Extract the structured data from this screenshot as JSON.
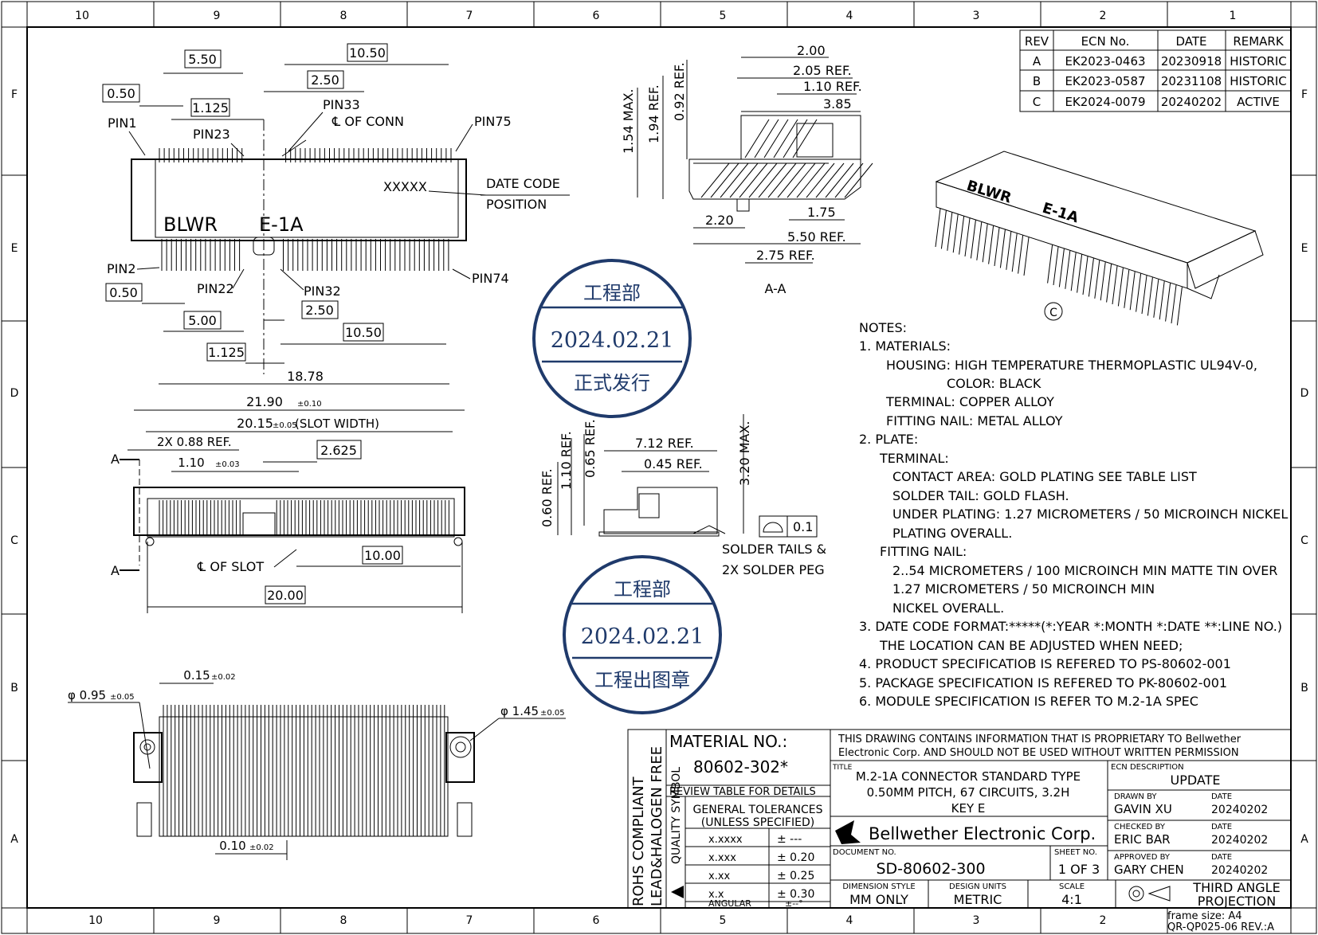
{
  "frame": {
    "columns_top": [
      "10",
      "9",
      "8",
      "7",
      "6",
      "5",
      "4",
      "3",
      "2",
      "1"
    ],
    "columns_bottom": [
      "10",
      "9",
      "8",
      "7",
      "6",
      "5",
      "4",
      "3",
      "2",
      "1"
    ],
    "rows": [
      "F",
      "E",
      "D",
      "C",
      "B",
      "A"
    ],
    "frame_size": "frame size: A4",
    "form_no": "QR-QP025-06 REV.:A"
  },
  "revision_table": {
    "headers": [
      "REV",
      "ECN No.",
      "DATE",
      "REMARK"
    ],
    "rows": [
      [
        "A",
        "EK2023-0463",
        "20230918",
        "HISTORIC"
      ],
      [
        "B",
        "EK2023-0587",
        "20231108",
        "HISTORIC"
      ],
      [
        "C",
        "EK2024-0079",
        "20240202",
        "ACTIVE"
      ]
    ]
  },
  "top_view": {
    "dims": [
      "5.50",
      "10.50",
      "0.50",
      "2.50",
      "1.125",
      "5.00",
      "2.50",
      "10.50",
      "1.125",
      "18.78",
      "0.50"
    ],
    "pins": [
      "PIN1",
      "PIN23",
      "PIN33",
      "PIN75",
      "PIN2",
      "PIN22",
      "PIN32",
      "PIN74"
    ],
    "cl_conn": "℄ OF CONN",
    "date_code_mark": "XXXXX",
    "date_code_label": "DATE CODE",
    "date_code_label2": "POSITION",
    "body_text": "BLWR",
    "body_text2": "E-1A"
  },
  "section_view": {
    "dims": [
      "2.00",
      "2.05 REF.",
      "1.10 REF.",
      "3.85",
      "1.54 MAX.",
      "1.94 REF.",
      "0.92 REF.",
      "1.75",
      "2.20",
      "5.50 REF.",
      "2.75 REF."
    ],
    "label": "A-A"
  },
  "front_view": {
    "dims": [
      "21.90",
      "±0.10",
      "20.15",
      "±0.05",
      "(SLOT WIDTH)",
      "2X 0.88 REF.",
      "1.10",
      "±0.03",
      "2.625",
      "10.00",
      "20.00"
    ],
    "section_marks": [
      "A",
      "A"
    ],
    "cl_slot": "℄ OF SLOT"
  },
  "side_view": {
    "dims": [
      "7.12 REF.",
      "0.45 REF.",
      "3.20 MAX.",
      "0.65 REF.",
      "1.10 REF.",
      "0.60 REF.",
      "0.1"
    ],
    "note1": "SOLDER TAILS &",
    "note2": "2X SOLDER PEG"
  },
  "bottom_view": {
    "dims": [
      "0.15",
      "±0.02",
      "φ 0.95",
      "±0.05",
      "φ 1.45",
      "±0.05",
      "0.10",
      "±0.02"
    ]
  },
  "iso_view": {
    "body_text": "BLWR",
    "body_text2": "E-1A",
    "label": "C"
  },
  "stamps": [
    {
      "top": "工程部",
      "date": "2024.02.21",
      "bottom": "正式发行"
    },
    {
      "top": "工程部",
      "date": "2024.02.21",
      "bottom": "工程出图章"
    }
  ],
  "notes": {
    "title": "NOTES:",
    "lines": [
      "1. MATERIALS:",
      "HOUSING: HIGH TEMPERATURE THERMOPLASTIC UL94V-0,",
      "COLOR: BLACK",
      "TERMINAL: COPPER ALLOY",
      "FITTING NAIL: METAL ALLOY",
      "2. PLATE:",
      "TERMINAL:",
      "CONTACT AREA: GOLD PLATING SEE TABLE LIST",
      "SOLDER TAIL: GOLD FLASH.",
      "UNDER PLATING: 1.27 MICROMETERS / 50 MICROINCH NICKEL",
      "PLATING OVERALL.",
      "FITTING NAIL:",
      "2..54 MICROMETERS / 100 MICROINCH MIN MATTE TIN OVER",
      "1.27 MICROMETERS / 50 MICROINCH MIN",
      "NICKEL OVERALL.",
      "3. DATE CODE FORMAT:*****(*:YEAR *:MONTH *:DATE **:LINE NO.)",
      "THE LOCATION CAN BE ADJUSTED WHEN NEED;",
      "4. PRODUCT SPECIFICATIOB IS REFERED TO PS-80602-001",
      "5. PACKAGE SPECIFICATION IS REFERED TO PK-80602-001",
      "6. MODULE SPECIFICATION IS REFER TO M.2-1A SPEC"
    ]
  },
  "title_block": {
    "rohs1": "ROHS COMPLIANT",
    "rohs2": "LEAD&HALOGEN FREE",
    "quality": "QUALITY SYMBOL",
    "material_label": "MATERIAL NO.:",
    "material_no": "80602-302*",
    "review": "REVIEW TABLE FOR DETAILS",
    "tol_title1": "GENERAL TOLERANCES",
    "tol_title2": "(UNLESS SPECIFIED)",
    "tolerances": [
      [
        "x.xxxx",
        "± ---"
      ],
      [
        "x.xxx",
        "± 0.20"
      ],
      [
        "x.xx",
        "± 0.25"
      ],
      [
        "x.x",
        "± 0.30"
      ],
      [
        "ANGULAR",
        "±--°"
      ]
    ],
    "proprietary1": "THIS DRAWING CONTAINS INFORMATION THAT IS PROPRIETARY TO Bellwether",
    "proprietary2": "Electronic Corp. AND SHOULD NOT BE USED WITHOUT WRITTEN PERMISSION",
    "title_label": "TITLE",
    "title1": "M.2-1A CONNECTOR STANDARD TYPE",
    "title2": "0.50MM PITCH, 67 CIRCUITS, 3.2H",
    "title3": "KEY E",
    "company": "Bellwether Electronic Corp.",
    "ecn_desc_label": "ECN DESCRIPTION",
    "ecn_desc": "UPDATE",
    "doc_label": "DOCUMENT NO.",
    "doc_no": "SD-80602-300",
    "sheet_label": "SHEET NO.",
    "sheet": "1 OF 3",
    "drawn_label": "DRAWN BY",
    "drawn": "GAVIN XU",
    "checked_label": "CHECKED BY",
    "checked": "ERIC BAR",
    "approved_label": "APPROVED BY",
    "approved": "GARY CHEN",
    "date_label": "DATE",
    "date1": "20240202",
    "date2": "20240202",
    "date3": "20240202",
    "dim_style_label": "DIMENSION STYLE",
    "dim_style": "MM ONLY",
    "units_label": "DESIGN UNITS",
    "units": "METRIC",
    "scale_label": "SCALE",
    "scale": "4:1",
    "projection1": "THIRD ANGLE",
    "projection2": "PROJECTION"
  }
}
